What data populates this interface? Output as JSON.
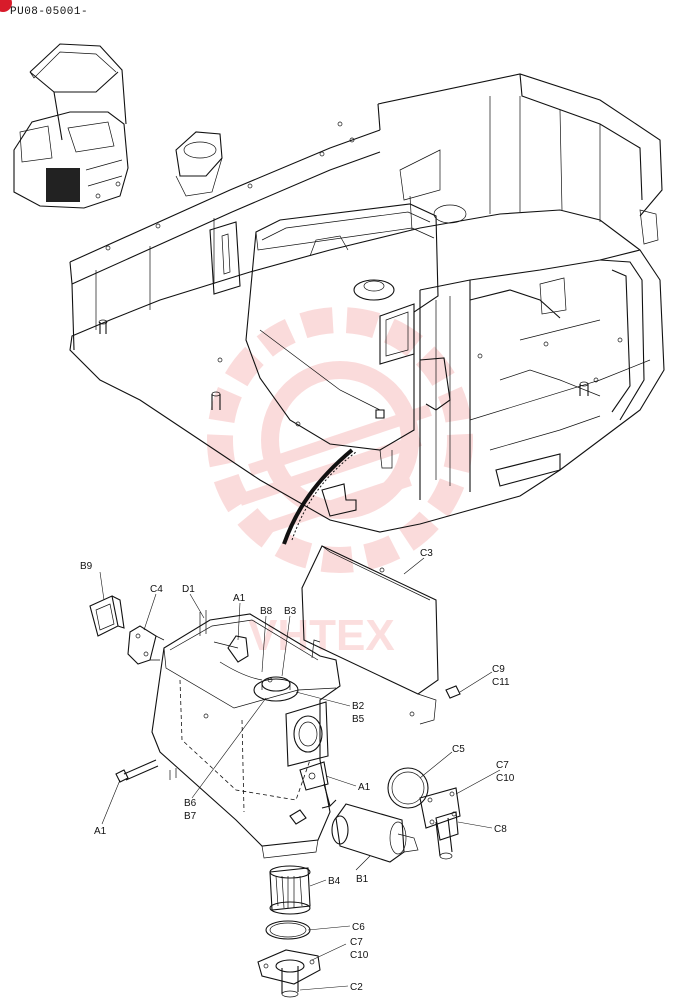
{
  "document": {
    "id": "PU08-05001-"
  },
  "colors": {
    "line": "#111111",
    "watermark": "#f08080",
    "corner_dot": "#d81b2a"
  },
  "watermark": {
    "text": "VHTEX"
  },
  "callouts": [
    {
      "id": "B9",
      "label": "B9"
    },
    {
      "id": "C4",
      "label": "C4"
    },
    {
      "id": "D1",
      "label": "D1"
    },
    {
      "id": "A1a",
      "label": "A1"
    },
    {
      "id": "B8",
      "label": "B8"
    },
    {
      "id": "B3",
      "label": "B3"
    },
    {
      "id": "C3",
      "label": "C3"
    },
    {
      "id": "C9",
      "label": "C9"
    },
    {
      "id": "C11",
      "label": "C11"
    },
    {
      "id": "B2",
      "label": "B2"
    },
    {
      "id": "B5",
      "label": "B5"
    },
    {
      "id": "C5",
      "label": "C5"
    },
    {
      "id": "A1b",
      "label": "A1"
    },
    {
      "id": "C7a",
      "label": "C7"
    },
    {
      "id": "C10a",
      "label": "C10"
    },
    {
      "id": "B6",
      "label": "B6"
    },
    {
      "id": "B7",
      "label": "B7"
    },
    {
      "id": "A1c",
      "label": "A1"
    },
    {
      "id": "C8",
      "label": "C8"
    },
    {
      "id": "B1",
      "label": "B1"
    },
    {
      "id": "B4",
      "label": "B4"
    },
    {
      "id": "C6",
      "label": "C6"
    },
    {
      "id": "C7b",
      "label": "C7"
    },
    {
      "id": "C10b",
      "label": "C10"
    },
    {
      "id": "C2",
      "label": "C2"
    }
  ]
}
